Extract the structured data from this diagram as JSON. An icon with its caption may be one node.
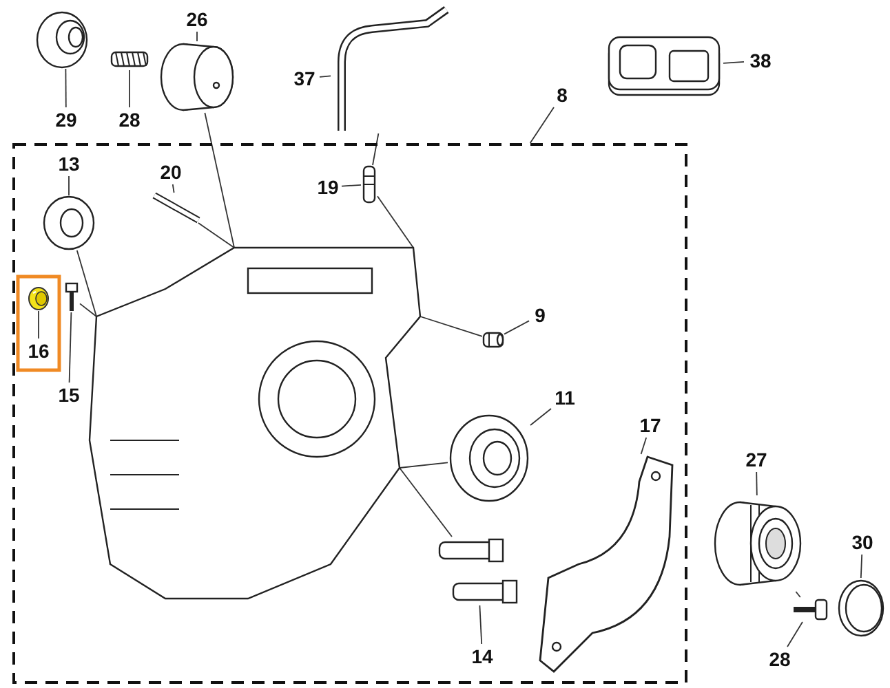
{
  "diagram": {
    "nodes": [
      {
        "text": [
          "29"
        ]
      },
      {
        "text": [],
        "shape": "picture"
      },
      {
        "text": [
          "28"
        ]
      },
      {
        "text": [],
        "shape": "picture"
      },
      {
        "text": [
          "26"
        ]
      },
      {
        "text": [],
        "shape": "picture"
      },
      {
        "text": [
          "37"
        ]
      },
      {
        "text": [],
        "shape": "picture"
      },
      {
        "text": [
          "38"
        ]
      },
      {
        "text": [],
        "shape": "picture"
      },
      {
        "text": [
          "8"
        ]
      },
      {
        "text": [],
        "shape": "box"
      },
      {
        "text": [
          "13"
        ],
        "in": 11
      },
      {
        "text": [],
        "shape": "picture",
        "in": 11
      },
      {
        "text": [
          "20"
        ],
        "in": 11
      },
      {
        "text": [],
        "shape": "picture",
        "in": 11
      },
      {
        "text": [
          "19"
        ],
        "in": 11
      },
      {
        "text": [],
        "shape": "picture",
        "in": 11
      },
      {
        "text": [],
        "shape": "picture",
        "in": 11
      },
      {
        "text": [],
        "shape": "box",
        "in": 11
      },
      {
        "text": [
          "16"
        ],
        "in": 19
      },
      {
        "text": [],
        "shape": "picture",
        "in": 19
      },
      {
        "text": [
          "15"
        ],
        "in": 11
      },
      {
        "text": [],
        "shape": "picture",
        "in": 11
      },
      {
        "text": [
          "9"
        ],
        "in": 11
      },
      {
        "text": [],
        "shape": "picture",
        "in": 11
      },
      {
        "text": [
          "11"
        ],
        "in": 11
      },
      {
        "text": [],
        "shape": "picture",
        "in": 11
      },
      {
        "text": [
          "17"
        ],
        "in": 11
      },
      {
        "text": [],
        "shape": "picture",
        "in": 11
      },
      {
        "text": [
          "14"
        ],
        "in": 11
      },
      {
        "text": [],
        "shape": "picture",
        "in": 11
      },
      {
        "text": [
          "27"
        ]
      },
      {
        "text": [],
        "shape": "picture"
      },
      {
        "text": [
          "30"
        ]
      },
      {
        "text": [],
        "shape": "picture"
      },
      {
        "text": [
          "28"
        ]
      },
      {
        "text": [],
        "shape": "picture"
      }
    ],
    "edges": [
      {
        "from": 0,
        "to": 1,
        "arrow": "none"
      },
      {
        "from": 2,
        "to": 3,
        "arrow": "none"
      },
      {
        "from": 4,
        "to": 5,
        "arrow": "none"
      },
      {
        "from": 6,
        "to": 7,
        "arrow": "none"
      },
      {
        "from": 8,
        "to": 9,
        "arrow": "none"
      },
      {
        "from": 10,
        "to": 11,
        "arrow": "none"
      },
      {
        "from": 12,
        "to": 13,
        "arrow": "none"
      },
      {
        "from": 14,
        "to": 15,
        "arrow": "none"
      },
      {
        "from": 16,
        "to": 17,
        "arrow": "none"
      },
      {
        "from": 20,
        "to": 21,
        "arrow": "none"
      },
      {
        "from": 22,
        "to": 23,
        "arrow": "none"
      },
      {
        "from": 24,
        "to": 25,
        "arrow": "none"
      },
      {
        "from": 26,
        "to": 27,
        "arrow": "none"
      },
      {
        "from": 28,
        "to": 29,
        "arrow": "none"
      },
      {
        "from": 30,
        "to": 31,
        "arrow": "none"
      },
      {
        "from": 32,
        "to": 33,
        "arrow": "none"
      },
      {
        "from": 34,
        "to": 35,
        "arrow": "none"
      },
      {
        "from": 36,
        "to": 37,
        "arrow": "none"
      },
      {
        "from": 5,
        "to": 18,
        "arrow": "none"
      },
      {
        "from": 7,
        "to": 17,
        "arrow": "none"
      },
      {
        "from": 17,
        "to": 18,
        "arrow": "none"
      },
      {
        "from": 13,
        "to": 18,
        "arrow": "none"
      },
      {
        "from": 15,
        "to": 18,
        "arrow": "none"
      },
      {
        "from": 23,
        "to": 18,
        "arrow": "none"
      },
      {
        "from": 27,
        "to": 18,
        "arrow": "none"
      },
      {
        "from": 31,
        "to": 18,
        "arrow": "none"
      },
      {
        "from": 25,
        "to": 18,
        "arrow": "none"
      },
      {
        "from": 37,
        "to": 33,
        "arrow": "none"
      }
    ]
  }
}
